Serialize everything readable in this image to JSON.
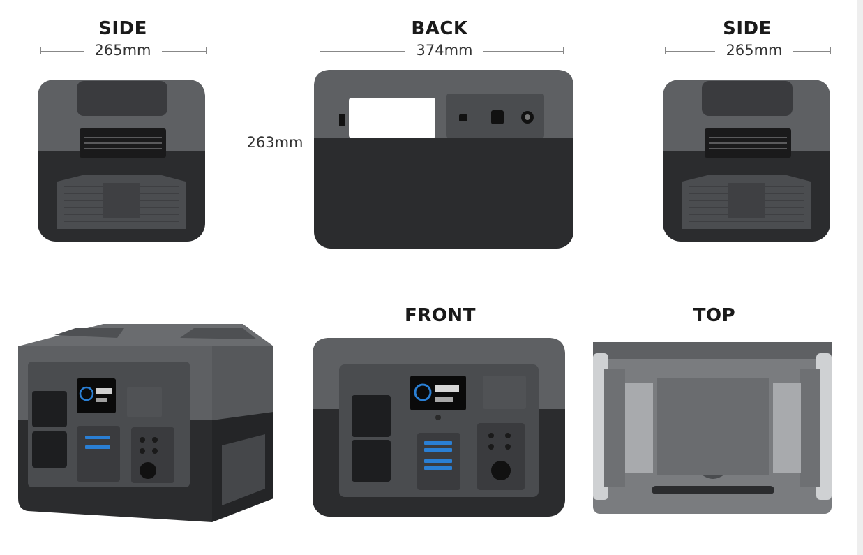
{
  "views": {
    "side_left": {
      "title": "SIDE",
      "dimension": "265mm"
    },
    "back": {
      "title": "BACK",
      "dimension": "374mm",
      "height_dimension": "263mm"
    },
    "side_right": {
      "title": "SIDE",
      "dimension": "265mm"
    },
    "front": {
      "title": "FRONT"
    },
    "top": {
      "title": "TOP"
    }
  },
  "colors": {
    "upper_shell": "#5e6063",
    "lower_shell": "#2b2c2e",
    "panel": "#4a4c4f",
    "screen": "#0a0a0a",
    "screen_accent": "#2a7fd4",
    "top_body": "#7a7c7f",
    "top_handle": "#cfd1d3"
  },
  "icons": [
    "ac-outlet-icon",
    "usb-port-icon",
    "dc-port-icon",
    "display-screen-icon",
    "power-button-icon",
    "car-socket-icon"
  ]
}
